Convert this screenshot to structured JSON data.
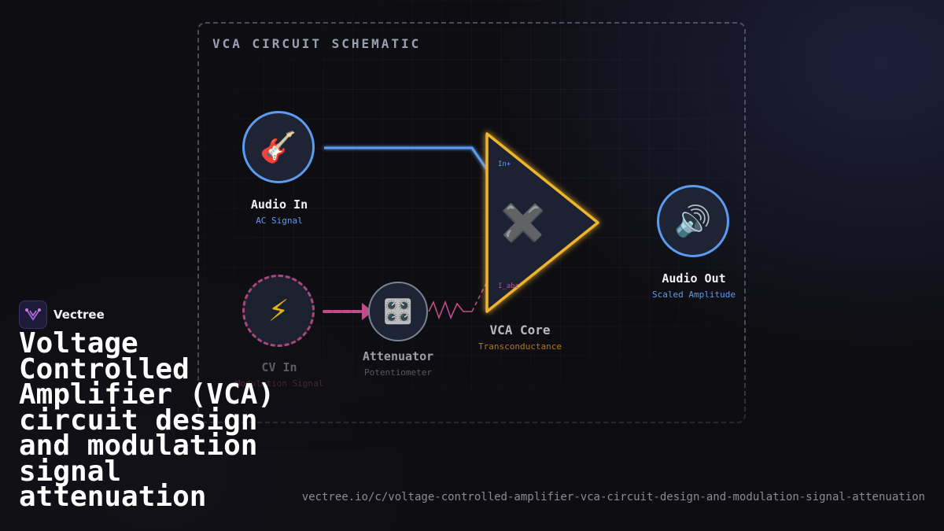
{
  "diagram": {
    "title": "VCA CIRCUIT SCHEMATIC",
    "nodes": {
      "audio_in": {
        "icon": "guitar-icon",
        "glyph": "🎸",
        "title": "Audio In",
        "subtitle": "AC Signal"
      },
      "cv_in": {
        "icon": "lightning-icon",
        "glyph": "⚡",
        "title": "CV In",
        "subtitle": "Modulation Signal"
      },
      "attenuator": {
        "icon": "control-knobs-icon",
        "glyph": "🎛️",
        "title": "Attenuator",
        "subtitle": "Potentiometer"
      },
      "vca_core": {
        "icon": "multiply-icon",
        "glyph": "✖️",
        "title": "VCA Core",
        "subtitle": "Transconductance",
        "pin_in": "In+",
        "pin_iabc": "I_abc"
      },
      "audio_out": {
        "icon": "speaker-icon",
        "glyph": "🔊",
        "title": "Audio Out",
        "subtitle": "Scaled Amplitude"
      }
    },
    "colors": {
      "audio": "#5b9cf0",
      "cv": "#c04c8a",
      "core": "#f0b429",
      "core_label": "#b07a1c"
    }
  },
  "brand": {
    "name": "Vectree"
  },
  "headline": "Voltage Controlled Amplifier (VCA) circuit design and modulation signal attenuation",
  "url": "vectree.io/c/voltage-controlled-amplifier-vca-circuit-design-and-modulation-signal-attenuation"
}
